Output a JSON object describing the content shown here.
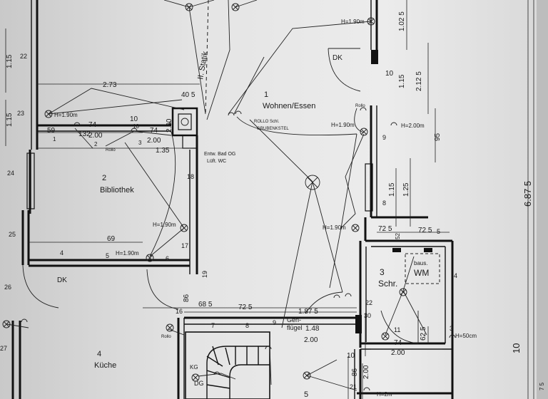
{
  "rooms": {
    "wohnen": {
      "num": "1",
      "name": "Wohnen/Essen"
    },
    "bibliothek": {
      "num": "2",
      "name": "Bibliothek"
    },
    "schrank": {
      "num": "3",
      "name": "Schr."
    },
    "kueche": {
      "num": "4",
      "name": "Küche"
    },
    "flur": {
      "num": "5"
    }
  },
  "labels": {
    "statik": "II. Statik",
    "dk1": "DK",
    "dk2": "DK",
    "dg": "DG",
    "kg": "KG",
    "wm_baus": "baus.",
    "wm": "WM",
    "gehfluegel_1": "Geh-",
    "gehfluegel_2": "flügel",
    "entw_1": "Entw. Bad OG",
    "entw_2": "Lüft. WC",
    "rollo_note_1": "ROLLO Schl.",
    "rollo_note_2": "GRUBENKSTEL",
    "rollo_a": "Rollo",
    "rollo_b": "Rollo",
    "rollo_c": "Rollo",
    "edge_mark": "7 5"
  },
  "switch_heights": {
    "h1": "H=1.90m",
    "h2": "H=1.90m",
    "h3": "H=1.90m",
    "h4": "H=1.90m",
    "h5": "H=1.90m",
    "h6": "H=2.00m",
    "h7": "H=1.90m",
    "h8": "H=50cm",
    "h9": "H=2m"
  },
  "dimensions": {
    "d_115a": "1.15",
    "d_115b": "1.15",
    "d_22": "22",
    "d_23": "23",
    "d_24": "24",
    "d_25": "25",
    "d_26": "26",
    "d_27": "27",
    "d_273": "2.73",
    "d_405": "40 5",
    "d_74a": "74",
    "d_10a": "10",
    "d_59": "59",
    "d_132": "132",
    "d_200a": "2.00",
    "d_74b": "74",
    "d_200b": "2.00",
    "d_135": "1.35",
    "d_240": "2.40",
    "d_18": "18",
    "d_17": "17",
    "d_69": "69",
    "d_4a": "4",
    "d_5a": "5",
    "d_6": "6",
    "d_19": "19",
    "d_86a": "86",
    "d_16": "16",
    "d_685": "68 5",
    "d_725a": "72 5",
    "d_187": "1.87 5",
    "d_7": "7",
    "d_8": "8",
    "d_9a": "9",
    "d_148": "1.48",
    "d_200c": "2.00",
    "d_102": "1.02 5",
    "d_212": "2.12 5",
    "d_10b": "10",
    "d_115c": "1.15",
    "d_9b": "9",
    "d_95": "95",
    "d_115d": "1.15",
    "d_125": "1.25",
    "d_8b": "8",
    "d_725b": "72 5",
    "d_725c": "72 5",
    "d_5b": "5",
    "d_685b": "6.87 5",
    "d_4b": "4",
    "d_22b": "22",
    "d_30": "30",
    "d_11": "11",
    "d_74c": "74",
    "d_625": "62 5",
    "d_200d": "2.00",
    "d_3": "3",
    "d_10c": "10",
    "d_86b": "86",
    "d_200e": "2.00",
    "d_21": "21",
    "d_10d": "10",
    "d_1": "1",
    "d_2": "2",
    "d_3b": "3",
    "d_4c": "4",
    "d_10e": "10",
    "d_52": "52"
  }
}
